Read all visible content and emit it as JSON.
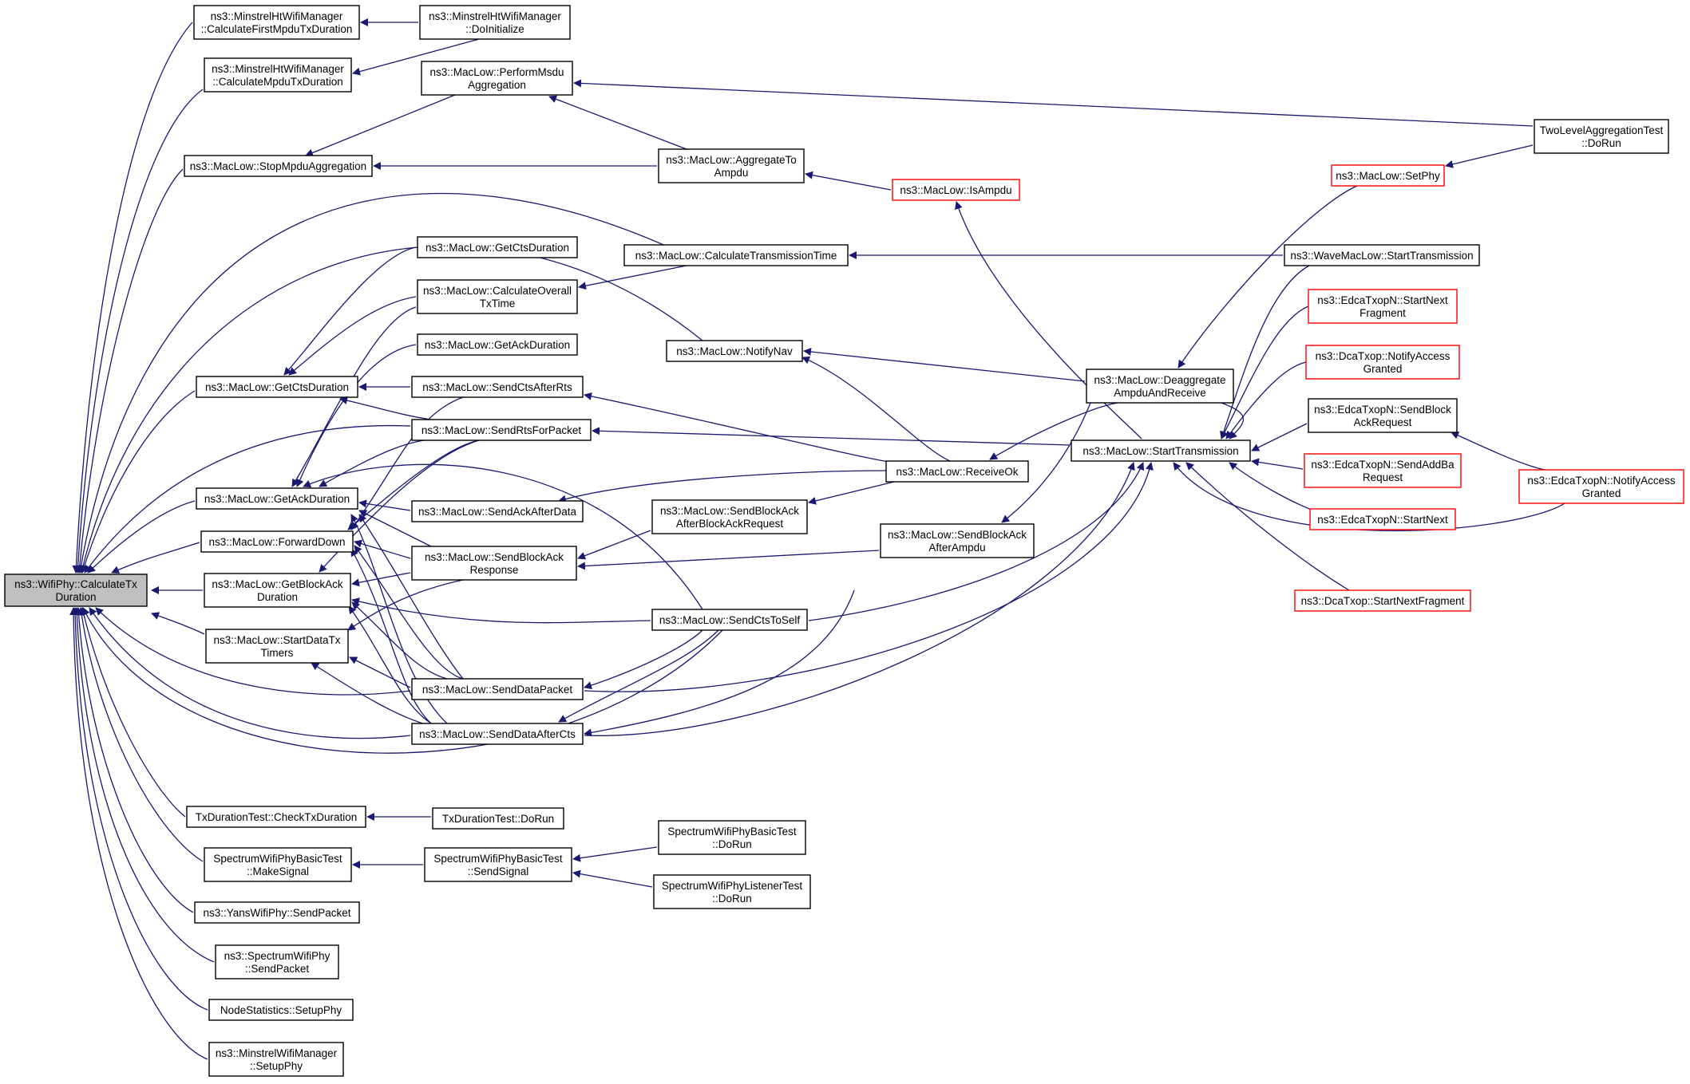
{
  "nodes": [
    {
      "id": "root",
      "lines": [
        "ns3::WifiPhy::CalculateTx",
        "Duration"
      ],
      "style": "gray"
    },
    {
      "id": "mhw_cfmtd",
      "lines": [
        "ns3::MinstrelHtWifiManager",
        "::CalculateFirstMpduTxDuration"
      ],
      "style": "normal"
    },
    {
      "id": "mhw_cmtd",
      "lines": [
        "ns3::MinstrelHtWifiManager",
        "::CalculateMpduTxDuration"
      ],
      "style": "normal"
    },
    {
      "id": "mhw_doinit",
      "lines": [
        "ns3::MinstrelHtWifiManager",
        "::DoInitialize"
      ],
      "style": "normal"
    },
    {
      "id": "ml_stopmpdu",
      "lines": [
        "ns3::MacLow::StopMpduAggregation"
      ],
      "style": "normal"
    },
    {
      "id": "ml_pma",
      "lines": [
        "ns3::MacLow::PerformMsdu",
        "Aggregation"
      ],
      "style": "normal"
    },
    {
      "id": "ml_agg",
      "lines": [
        "ns3::MacLow::AggregateTo",
        "Ampdu"
      ],
      "style": "normal"
    },
    {
      "id": "ml_isampdu",
      "lines": [
        "ns3::MacLow::IsAmpdu"
      ],
      "style": "red"
    },
    {
      "id": "tla_dorun",
      "lines": [
        "TwoLevelAggregationTest",
        "::DoRun"
      ],
      "style": "normal"
    },
    {
      "id": "ml_setphy",
      "lines": [
        "ns3::MacLow::SetPhy"
      ],
      "style": "red"
    },
    {
      "id": "ml_getcts_a",
      "lines": [
        "ns3::MacLow::GetCtsDuration"
      ],
      "style": "normal"
    },
    {
      "id": "ml_cott",
      "lines": [
        "ns3::MacLow::CalculateOverall",
        "TxTime"
      ],
      "style": "normal"
    },
    {
      "id": "ml_ctt",
      "lines": [
        "ns3::MacLow::CalculateTransmissionTime"
      ],
      "style": "normal"
    },
    {
      "id": "wml_st",
      "lines": [
        "ns3::WaveMacLow::StartTransmission"
      ],
      "style": "normal"
    },
    {
      "id": "ml_getack_a",
      "lines": [
        "ns3::MacLow::GetAckDuration"
      ],
      "style": "normal"
    },
    {
      "id": "ml_notifynav",
      "lines": [
        "ns3::MacLow::NotifyNav"
      ],
      "style": "normal"
    },
    {
      "id": "ml_getcts",
      "lines": [
        "ns3::MacLow::GetCtsDuration"
      ],
      "style": "normal"
    },
    {
      "id": "ml_sendctsafterrts",
      "lines": [
        "ns3::MacLow::SendCtsAfterRts"
      ],
      "style": "normal"
    },
    {
      "id": "ml_deagg",
      "lines": [
        "ns3::MacLow::Deaggregate",
        "AmpduAndReceive"
      ],
      "style": "normal"
    },
    {
      "id": "ml_sendrts",
      "lines": [
        "ns3::MacLow::SendRtsForPacket"
      ],
      "style": "normal"
    },
    {
      "id": "ml_st",
      "lines": [
        "ns3::MacLow::StartTransmission"
      ],
      "style": "normal"
    },
    {
      "id": "edca_snf",
      "lines": [
        "ns3::EdcaTxopN::StartNext",
        "Fragment"
      ],
      "style": "red"
    },
    {
      "id": "dca_na",
      "lines": [
        "ns3::DcaTxop::NotifyAccess",
        "Granted"
      ],
      "style": "red"
    },
    {
      "id": "edca_sbar",
      "lines": [
        "ns3::EdcaTxopN::SendBlock",
        "AckRequest"
      ],
      "style": "normal"
    },
    {
      "id": "edca_sab",
      "lines": [
        "ns3::EdcaTxopN::SendAddBa",
        "Request"
      ],
      "style": "red"
    },
    {
      "id": "edca_na",
      "lines": [
        "ns3::EdcaTxopN::NotifyAccess",
        "Granted"
      ],
      "style": "red"
    },
    {
      "id": "edca_sn",
      "lines": [
        "ns3::EdcaTxopN::StartNext"
      ],
      "style": "red"
    },
    {
      "id": "dca_snf",
      "lines": [
        "ns3::DcaTxop::StartNextFragment"
      ],
      "style": "red"
    },
    {
      "id": "ml_getack",
      "lines": [
        "ns3::MacLow::GetAckDuration"
      ],
      "style": "normal"
    },
    {
      "id": "ml_receiveok",
      "lines": [
        "ns3::MacLow::ReceiveOk"
      ],
      "style": "normal"
    },
    {
      "id": "ml_sendackafterdata",
      "lines": [
        "ns3::MacLow::SendAckAfterData"
      ],
      "style": "normal"
    },
    {
      "id": "ml_forwarddown",
      "lines": [
        "ns3::MacLow::ForwardDown"
      ],
      "style": "normal"
    },
    {
      "id": "ml_sbaabar",
      "lines": [
        "ns3::MacLow::SendBlockAck",
        "AfterBlockAckRequest"
      ],
      "style": "normal"
    },
    {
      "id": "ml_sbaaa",
      "lines": [
        "ns3::MacLow::SendBlockAck",
        "AfterAmpdu"
      ],
      "style": "normal"
    },
    {
      "id": "ml_sbar",
      "lines": [
        "ns3::MacLow::SendBlockAck",
        "Response"
      ],
      "style": "normal"
    },
    {
      "id": "ml_getba",
      "lines": [
        "ns3::MacLow::GetBlockAck",
        "Duration"
      ],
      "style": "normal"
    },
    {
      "id": "ml_sendctstoself",
      "lines": [
        "ns3::MacLow::SendCtsToSelf"
      ],
      "style": "normal"
    },
    {
      "id": "ml_sdt",
      "lines": [
        "ns3::MacLow::StartDataTx",
        "Timers"
      ],
      "style": "normal"
    },
    {
      "id": "ml_senddatapacket",
      "lines": [
        "ns3::MacLow::SendDataPacket"
      ],
      "style": "normal"
    },
    {
      "id": "ml_senddataaftercts",
      "lines": [
        "ns3::MacLow::SendDataAfterCts"
      ],
      "style": "normal"
    },
    {
      "id": "txd_check",
      "lines": [
        "TxDurationTest::CheckTxDuration"
      ],
      "style": "normal"
    },
    {
      "id": "txd_dorun",
      "lines": [
        "TxDurationTest::DoRun"
      ],
      "style": "normal"
    },
    {
      "id": "swpb_make",
      "lines": [
        "SpectrumWifiPhyBasicTest",
        "::MakeSignal"
      ],
      "style": "normal"
    },
    {
      "id": "swpb_send",
      "lines": [
        "SpectrumWifiPhyBasicTest",
        "::SendSignal"
      ],
      "style": "normal"
    },
    {
      "id": "swpb_dorun",
      "lines": [
        "SpectrumWifiPhyBasicTest",
        "::DoRun"
      ],
      "style": "normal"
    },
    {
      "id": "swpl_dorun",
      "lines": [
        "SpectrumWifiPhyListenerTest",
        "::DoRun"
      ],
      "style": "normal"
    },
    {
      "id": "yans_send",
      "lines": [
        "ns3::YansWifiPhy::SendPacket"
      ],
      "style": "normal"
    },
    {
      "id": "spec_send",
      "lines": [
        "ns3::SpectrumWifiPhy",
        "::SendPacket"
      ],
      "style": "normal"
    },
    {
      "id": "ns_setup",
      "lines": [
        "NodeStatistics::SetupPhy"
      ],
      "style": "normal"
    },
    {
      "id": "mw_setup",
      "lines": [
        "ns3::MinstrelWifiManager",
        "::SetupPhy"
      ],
      "style": "normal"
    }
  ]
}
